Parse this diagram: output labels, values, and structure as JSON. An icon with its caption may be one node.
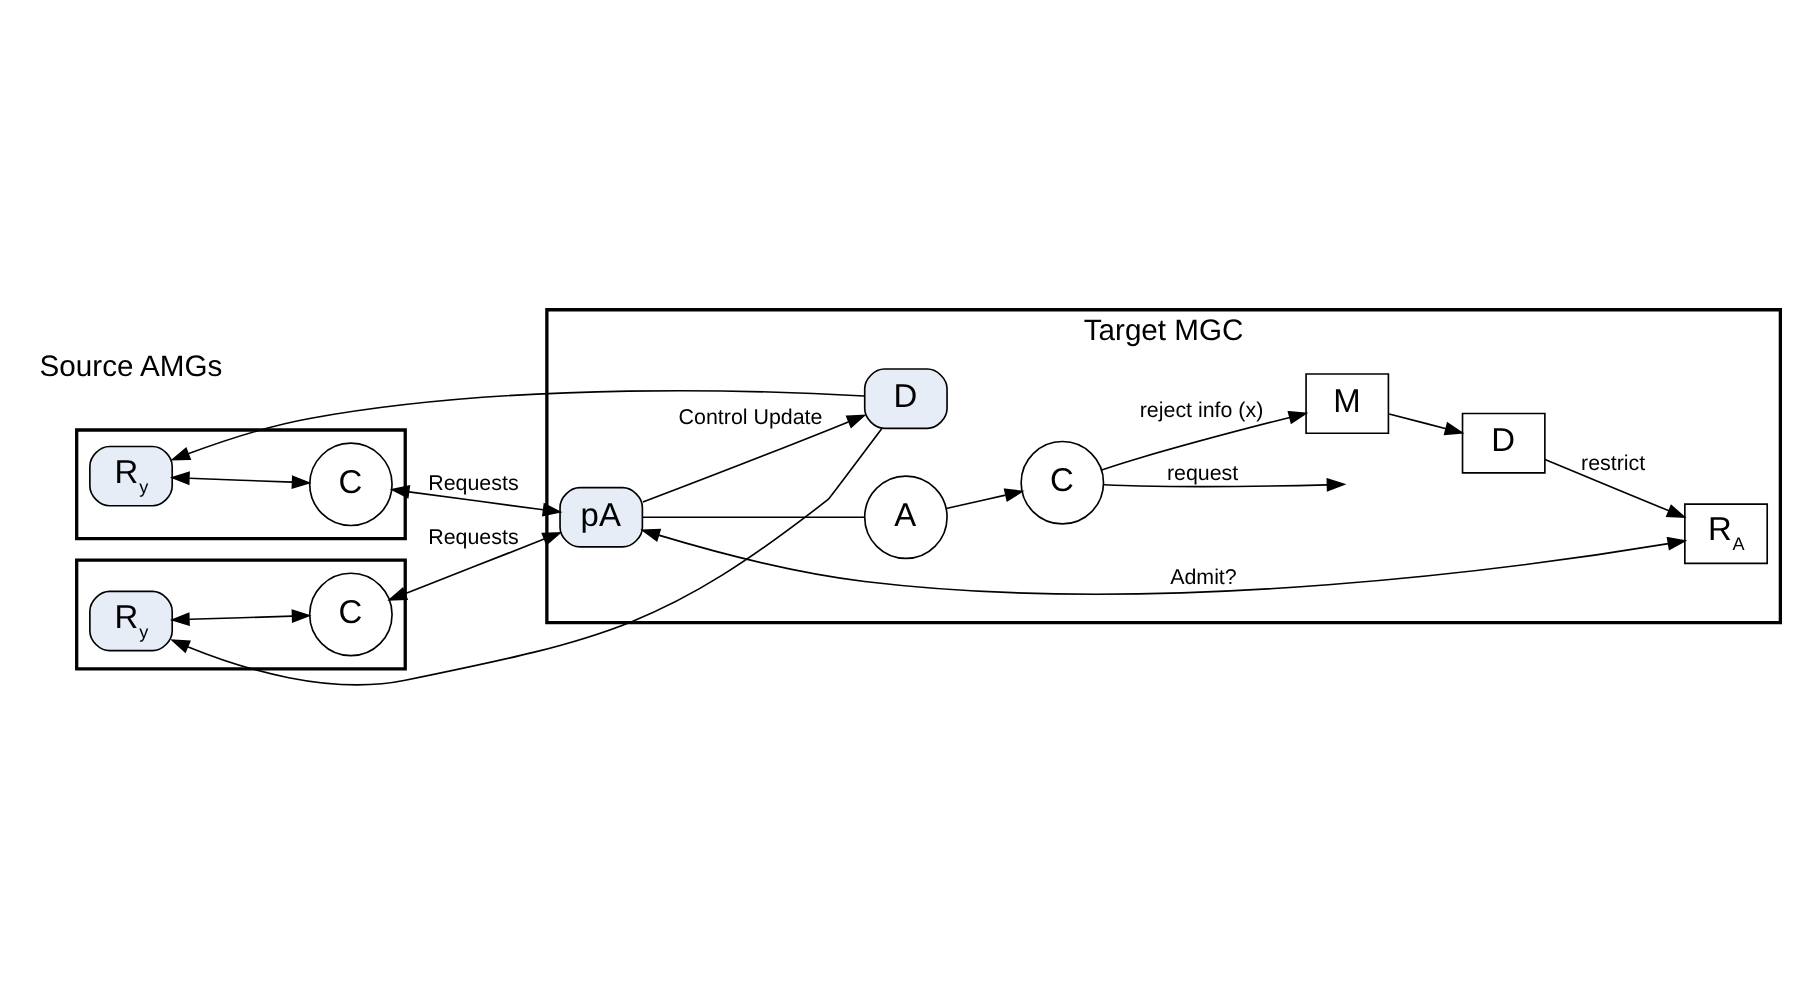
{
  "diagram": {
    "nodes": [
      {
        "text": [],
        "shape": "box"
      },
      {
        "text": [
          "R$_{y}$"
        ],
        "in": 0
      },
      {
        "text": [
          "C"
        ],
        "in": 0
      },
      {
        "text": [],
        "shape": "box"
      },
      {
        "text": [
          "R$_{y}$"
        ],
        "in": 3
      },
      {
        "text": [
          "C"
        ],
        "in": 3
      },
      {
        "text": [
          "Target MGC"
        ]
      },
      {
        "text": [
          "D"
        ],
        "in": 6
      },
      {
        "text": [
          "D"
        ],
        "in": 6
      },
      {
        "text": [
          "R$_{A}$"
        ],
        "in": 6
      },
      {
        "text": [
          "M"
        ],
        "in": 6
      },
      {
        "text": [
          "pA"
        ],
        "in": 6
      },
      {
        "text": [
          "A"
        ],
        "in": 6
      },
      {
        "text": [
          "C"
        ],
        "in": 6
      }
    ],
    "edges": [
      {
        "from": 7,
        "to": 1,
        "arrow": "to"
      },
      {
        "from": 7,
        "to": 4,
        "arrow": "to"
      },
      {
        "from": 1,
        "to": 2,
        "arrow": "both"
      },
      {
        "from": 4,
        "to": 5,
        "arrow": "both"
      },
      {
        "from": 8,
        "to": 9,
        "arrow": "to",
        "label": "restrict"
      },
      {
        "from": 10,
        "to": 8,
        "arrow": "to"
      },
      {
        "from": 11,
        "to": 7,
        "arrow": "to",
        "label": "Control Update"
      },
      {
        "from": 11,
        "to": 9,
        "arrow": "both",
        "label": "Admit?"
      },
      {
        "from": 13,
        "to": 10,
        "arrow": "to",
        "label": "reject info (x)"
      },
      {
        "from": 5,
        "to": 11,
        "arrow": "both",
        "label": "Requests"
      },
      {
        "from": 2,
        "to": 11,
        "arrow": "both",
        "label": "Requests"
      },
      {
        "from": 11,
        "to": 12,
        "arrow": "none"
      },
      {
        "from": 12,
        "to": 13,
        "arrow": "to"
      },
      {
        "from": 13,
        "to": null,
        "arrow": "to",
        "label": "request"
      }
    ],
    "labels": [
      "Source AMGs"
    ]
  }
}
